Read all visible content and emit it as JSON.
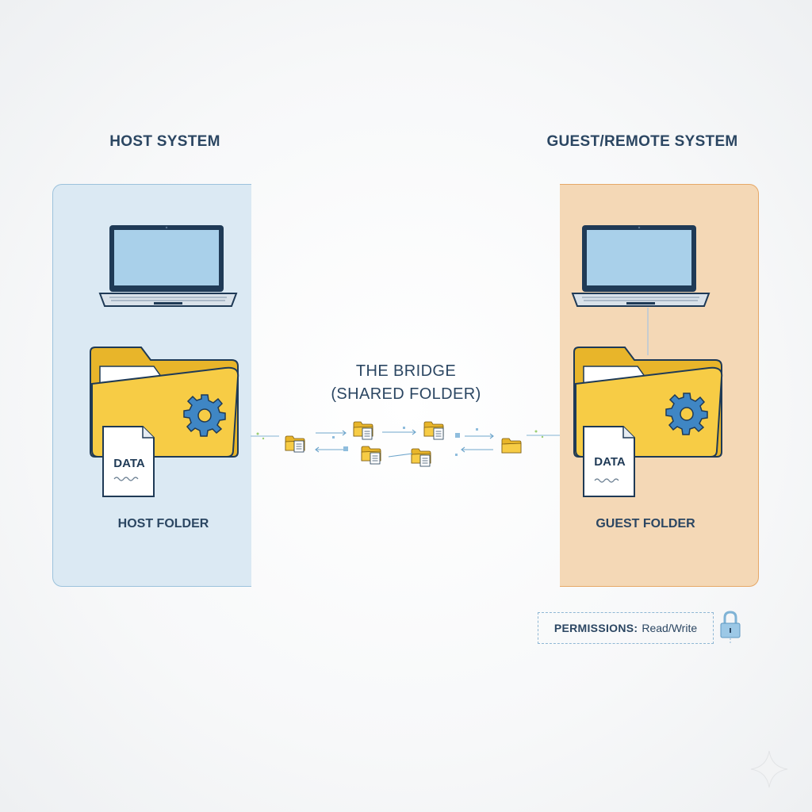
{
  "host": {
    "title": "HOST SYSTEM",
    "folder_label": "HOST FOLDER",
    "file_label": "DATA"
  },
  "guest": {
    "title": "GUEST/REMOTE SYSTEM",
    "folder_label": "GUEST FOLDER",
    "file_label": "DATA"
  },
  "bridge": {
    "line1": "THE BRIDGE",
    "line2": "(SHARED FOLDER)"
  },
  "permissions": {
    "label": "PERMISSIONS:",
    "value": "Read/Write"
  },
  "icons": [
    "laptop-icon",
    "folder-icon",
    "gear-icon",
    "document-icon",
    "lock-icon",
    "sparkle-icon"
  ],
  "colors": {
    "host_panel": "#dbe9f3",
    "guest_panel": "#f4d8b6",
    "folder": "#f5c842",
    "gear": "#3f86c4",
    "text": "#2b4662"
  }
}
